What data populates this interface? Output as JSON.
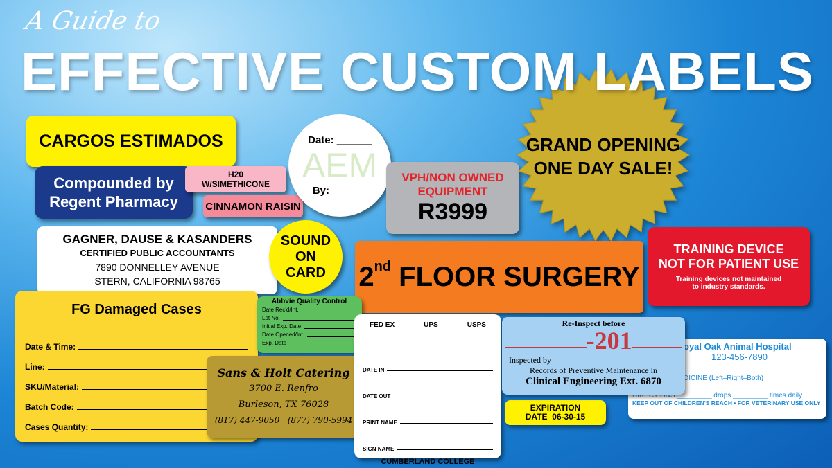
{
  "header": {
    "subtitle": "A Guide to",
    "title": "EFFECTIVE CUSTOM LABELS"
  },
  "labels": {
    "cargos": "CARGOS ESTIMADOS",
    "compounded": [
      "Compounded by",
      "Regent Pharmacy"
    ],
    "h20": [
      "H20",
      "W/SIMETHICONE"
    ],
    "cinnamon": "CINNAMON RAISIN",
    "aem": {
      "date": "Date: ______",
      "big": "AEM",
      "by": "By: ______"
    },
    "vph": {
      "line1": "VPH/NON OWNED",
      "line2": "EQUIPMENT",
      "code": "R3999"
    },
    "grand": [
      "GRAND OPENING",
      "ONE DAY SALE!"
    ],
    "gagner": [
      "GAGNER, DAUSE & KASANDERS",
      "CERTIFIED PUBLIC ACCOUNTANTS",
      "7890 DONNELLEY AVENUE",
      "STERN, CALIFORNIA 98765"
    ],
    "sound": [
      "SOUND",
      "ON",
      "CARD"
    ],
    "surgery": {
      "pre": "2",
      "sup": "nd",
      "rest": " FLOOR SURGERY"
    },
    "training": {
      "line1": "TRAINING DEVICE",
      "line2": "NOT FOR PATIENT USE",
      "small1": "Training devices not maintained",
      "small2": "to industry standards."
    },
    "fg": {
      "title": "FG Damaged Cases",
      "fields": [
        "Date & Time:",
        "Line:",
        "SKU/Material:",
        "Batch Code:",
        "Cases Quantity:"
      ]
    },
    "abbvie": {
      "title": "Abbvie Quality Control",
      "fields": [
        "Date Rec'd/Int.",
        "Lot No.",
        "Initial Exp. Date",
        "Date Opened/Int.",
        "Exp. Date"
      ]
    },
    "sans": [
      "Sans & Holt Catering",
      "3700 E. Renfro",
      "Burleson, TX 76028",
      "(817) 447-9050   (877) 790-5994"
    ],
    "fedex": {
      "carriers": [
        "FED EX",
        "UPS",
        "USPS"
      ],
      "fields": [
        "DATE IN",
        "DATE OUT",
        "PRINT NAME",
        "SIGN NAME"
      ],
      "footer": "CUMBERLAND COLLEGE",
      "slash": "/"
    },
    "reinspect": {
      "title": "Re-Inspect before",
      "num": "-201",
      "inspected": "Inspected by",
      "records": "Records of Preventive Maintenance in",
      "clinical": "Clinical Engineering Ext. 6870"
    },
    "expiration": [
      "EXPIRATION",
      "DATE  06-30-15"
    ],
    "royal": {
      "name": "oyal Oak Animal Hospital",
      "phone": "123-456-7890",
      "medicine": "DICINE (Left–Right–Both)",
      "directions": "DIRECTIONS:_________ drops _________ times daily",
      "keep": "KEEP OUT OF CHILDREN'S REACH • FOR VETERINARY USE ONLY"
    }
  }
}
